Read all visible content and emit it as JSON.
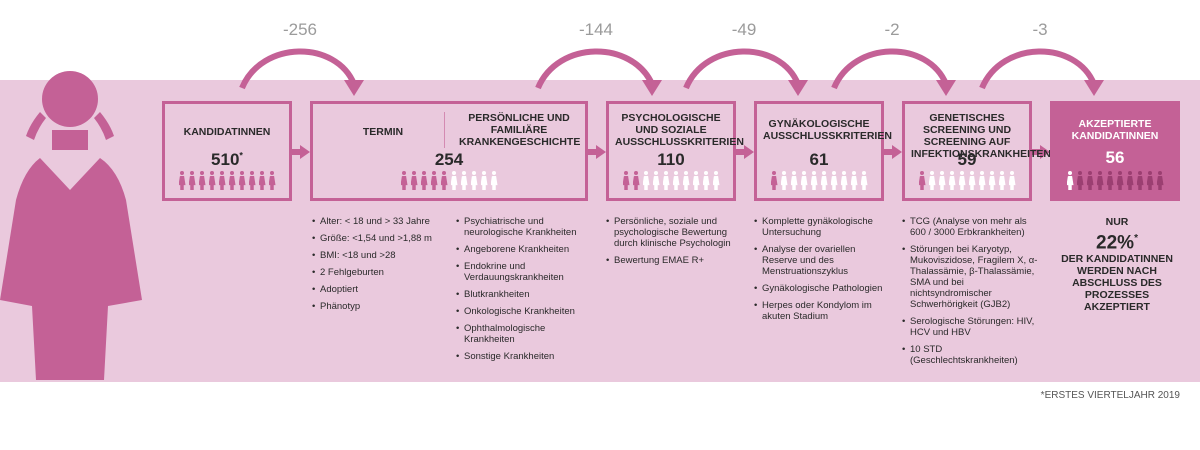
{
  "deltas": [
    "-256",
    "-144",
    "-49",
    "-2",
    "-3"
  ],
  "stages": [
    {
      "title": "KANDIDATINNEN",
      "count": "510",
      "count_mark": "*",
      "filled": 10,
      "total": 10
    },
    {
      "title_left": "TERMIN",
      "title_right": "PERSÖNLICHE UND FAMILIÄRE KRANKENGESCHICHTE",
      "count": "254",
      "filled": 5,
      "total": 10
    },
    {
      "title": "PSYCHOLOGISCHE UND SOZIALE AUSSCHLUSSKRITERIEN",
      "count": "110",
      "filled": 2,
      "total": 10
    },
    {
      "title": "GYNÄKOLOGISCHE AUSSCHLUSSKRITERIEN",
      "count": "61",
      "filled": 1,
      "total": 10
    },
    {
      "title": "GENETISCHES SCREENING UND SCREENING AUF INFEKTIONSKRANKHEITEN",
      "count": "59",
      "filled": 1,
      "total": 10
    },
    {
      "title": "AKZEPTIERTE KANDIDATINNEN",
      "count": "56",
      "filled": 1,
      "total": 10
    }
  ],
  "criteria": {
    "termin": [
      "Alter: < 18 und > 33 Jahre",
      "Größe: <1,54 und >1,88 m",
      "BMI: <18 und >28",
      "2 Fehlgeburten",
      "Adoptiert",
      "Phänotyp"
    ],
    "krankengeschichte": [
      "Psychiatrische und neurologische Krankheiten",
      "Angeborene Krankheiten",
      "Endokrine und Verdauungskrankheiten",
      "Blutkrankheiten",
      "Onkologische Krankheiten",
      "Ophthalmologische Krankheiten",
      "Sonstige Krankheiten"
    ],
    "psychologisch": [
      "Persönliche, soziale und psychologische Bewertung durch klinische Psychologin",
      "Bewertung EMAE R+"
    ],
    "gynaekologisch": [
      "Komplette gynäkologische Untersuchung",
      "Analyse der ovariellen Reserve und des Menstruationszyklus",
      "Gynäkologische Pathologien",
      "Herpes oder Kondylom im akuten Stadium"
    ],
    "genetisch": [
      "TCG (Analyse von mehr als 600 / 3000 Erbkrankheiten)",
      "Störungen bei Karyotyp, Mukoviszidose, Fragilem X, α-Thalassämie, β-Thalassämie, SMA und bei nichtsyndromischer Schwerhörigkeit (GJB2)",
      "Serologische Störungen: HIV, HCV und HBV",
      "10 STD (Geschlechtskrankheiten)"
    ]
  },
  "summary": {
    "line1": "NUR",
    "percent": "22%",
    "percent_mark": "*",
    "line2": "DER KANDIDATINNEN WERDEN NACH ABSCHLUSS DES PROZESSES AKZEPTIERT"
  },
  "footnote": "*ERSTES VIERTELJAHR 2019",
  "colors": {
    "accent": "#c46196",
    "band": "#eac9dd",
    "delta_text": "#9b9b9b"
  }
}
